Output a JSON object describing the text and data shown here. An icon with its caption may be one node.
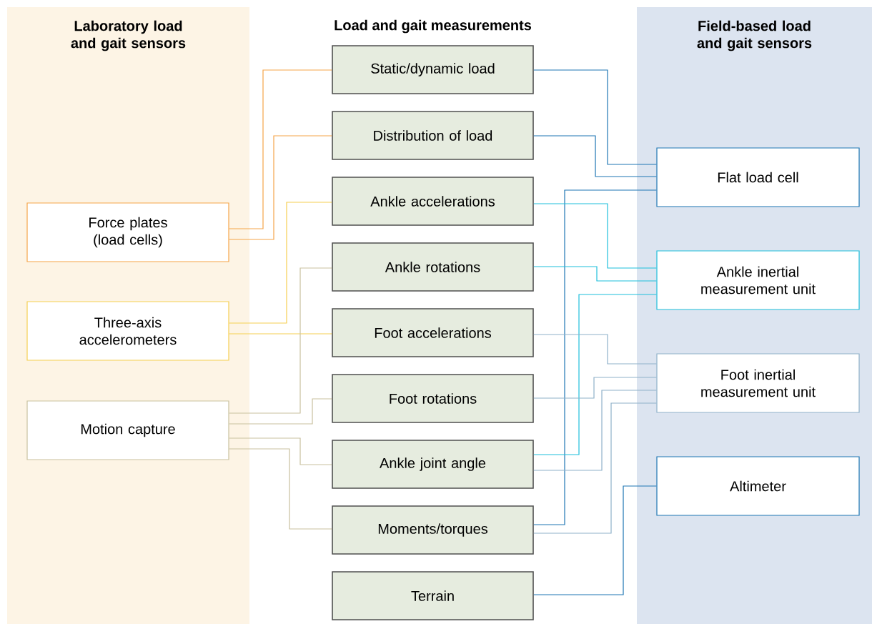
{
  "diagram": {
    "nodes": [
      {
        "text": [
          "Laboratory load and gait sensors"
        ]
      },
      {
        "text": [
          "Force plates (load cells)"
        ],
        "in": 0
      },
      {
        "text": [
          "Three-axis accelerometers"
        ],
        "in": 0
      },
      {
        "text": [
          "Motion capture"
        ],
        "in": 0
      },
      {
        "text": [
          "Static/dynamic load"
        ]
      },
      {
        "text": [
          "Distribution of load"
        ]
      },
      {
        "text": [
          "Ankle accelerations"
        ]
      },
      {
        "text": [
          "Ankle rotations"
        ]
      },
      {
        "text": [
          "Foot accelerations"
        ]
      },
      {
        "text": [
          "Foot rotations"
        ]
      },
      {
        "text": [
          "Ankle joint angle"
        ]
      },
      {
        "text": [
          "Moments/torques"
        ]
      },
      {
        "text": [
          "Terrain"
        ]
      },
      {
        "text": [
          "Field-based load and gait sensors"
        ]
      },
      {
        "text": [
          "Flat load cell"
        ],
        "in": 13
      },
      {
        "text": [
          "Ankle inertial measurement unit"
        ],
        "in": 13
      },
      {
        "text": [
          "Foot inertial measurement unit"
        ],
        "in": 13
      },
      {
        "text": [
          "Altimeter"
        ],
        "in": 13
      }
    ],
    "edges": [
      {
        "from": 1,
        "to": 4,
        "arrow": "none",
        "color": "#f5a54a"
      },
      {
        "from": 1,
        "to": 5,
        "arrow": "none",
        "color": "#f5a54a"
      },
      {
        "from": 2,
        "to": 6,
        "arrow": "none",
        "color": "#f6cf52"
      },
      {
        "from": 2,
        "to": 8,
        "arrow": "none",
        "color": "#f6cf52"
      },
      {
        "from": 3,
        "to": 7,
        "arrow": "none",
        "color": "#c9c19f"
      },
      {
        "from": 3,
        "to": 9,
        "arrow": "none",
        "color": "#c9c19f"
      },
      {
        "from": 3,
        "to": 10,
        "arrow": "none",
        "color": "#c9c19f"
      },
      {
        "from": 3,
        "to": 11,
        "arrow": "none",
        "color": "#c9c19f"
      },
      {
        "from": 4,
        "to": 14,
        "arrow": "none",
        "color": "#1f77b4"
      },
      {
        "from": 5,
        "to": 14,
        "arrow": "none",
        "color": "#1f77b4"
      },
      {
        "from": 11,
        "to": 14,
        "arrow": "none",
        "color": "#1f77b4"
      },
      {
        "from": 6,
        "to": 15,
        "arrow": "none",
        "color": "#1fbfdc"
      },
      {
        "from": 7,
        "to": 15,
        "arrow": "none",
        "color": "#1fbfdc"
      },
      {
        "from": 10,
        "to": 15,
        "arrow": "none",
        "color": "#1fbfdc"
      },
      {
        "from": 8,
        "to": 16,
        "arrow": "none",
        "color": "#8fb1c9"
      },
      {
        "from": 9,
        "to": 16,
        "arrow": "none",
        "color": "#8fb1c9"
      },
      {
        "from": 10,
        "to": 16,
        "arrow": "none",
        "color": "#8fb1c9"
      },
      {
        "from": 11,
        "to": 16,
        "arrow": "none",
        "color": "#8fb1c9"
      },
      {
        "from": 12,
        "to": 17,
        "arrow": "none",
        "color": "#1f77b4"
      }
    ],
    "labels": [
      "Load and gait measurements"
    ]
  }
}
